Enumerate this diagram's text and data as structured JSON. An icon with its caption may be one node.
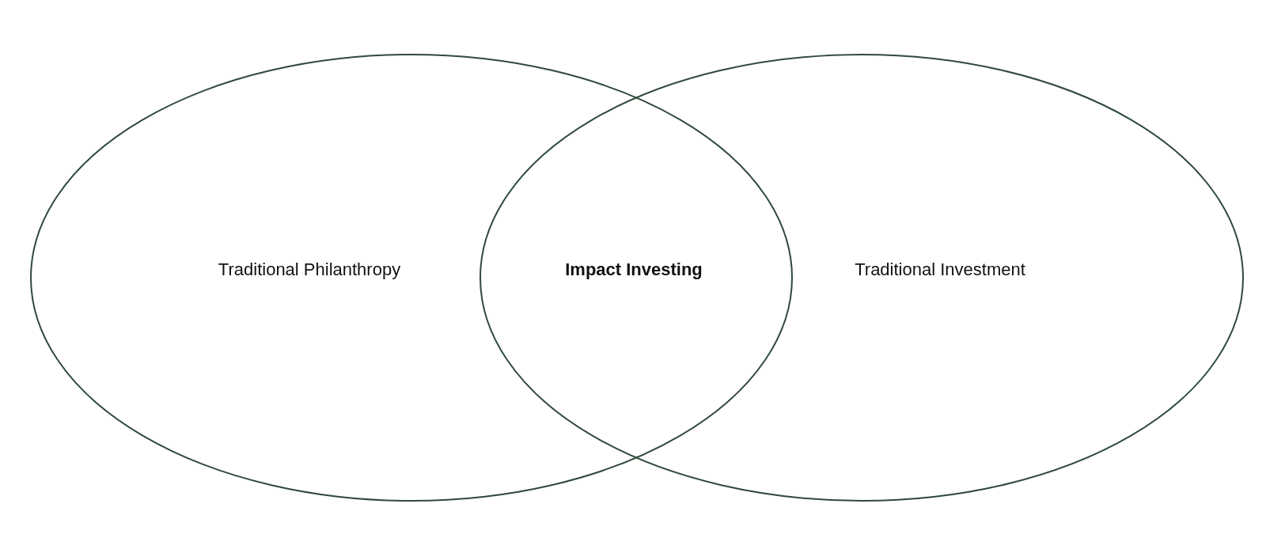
{
  "diagram": {
    "nodes": [
      {
        "text": [
          "Traditional Philanthropy"
        ]
      },
      {
        "text": [
          "Traditional Investment"
        ]
      }
    ],
    "labels": [
      "Impact Investing"
    ]
  }
}
